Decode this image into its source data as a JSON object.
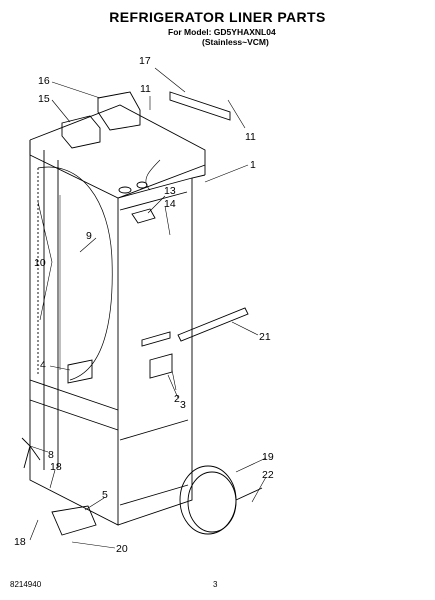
{
  "header": {
    "title": "REFRIGERATOR LINER PARTS",
    "model_line": "For Model: GD5YHAXNL04",
    "variant_line": "(Stainless~VCM)"
  },
  "callouts": [
    "17",
    "16",
    "11",
    "15",
    "11",
    "1",
    "13",
    "14",
    "9",
    "10",
    "21",
    "4",
    "3",
    "2",
    "8",
    "18",
    "5",
    "19",
    "22",
    "18",
    "20"
  ],
  "footer": {
    "doc_number": "8214940",
    "page_number": "3"
  }
}
